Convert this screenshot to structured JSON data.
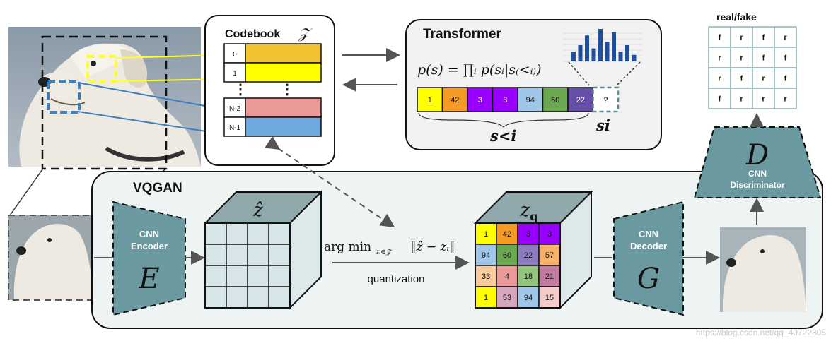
{
  "codebook": {
    "title": "Codebook",
    "symbol": "𝒵",
    "rows": [
      {
        "index": "0",
        "color": "#f2c231"
      },
      {
        "index": "1",
        "color": "#ffff00"
      },
      {
        "index": "N-2",
        "color": "#ea9999"
      },
      {
        "index": "N-1",
        "color": "#6fa8dc"
      }
    ]
  },
  "transformer": {
    "title": "Transformer",
    "formula": "p(s) = ∏ᵢ p(sᵢ|s₍<ᵢ₎)",
    "sequence": [
      {
        "value": "1",
        "color": "#ffff00"
      },
      {
        "value": "42",
        "color": "#f59a23"
      },
      {
        "value": "3",
        "color": "#9900ff"
      },
      {
        "value": "3",
        "color": "#9900ff"
      },
      {
        "value": "94",
        "color": "#9fc5e8"
      },
      {
        "value": "60",
        "color": "#6aa84f"
      },
      {
        "value": "22",
        "color": "#674ea7"
      },
      {
        "value": "?",
        "color": "#ffffff"
      }
    ],
    "prefix_label": "s<i",
    "next_label": "si",
    "histogram": [
      3,
      5,
      8,
      4,
      10,
      6,
      9,
      3,
      5,
      2
    ]
  },
  "discriminator_grid": {
    "title": "real/fake",
    "cells": [
      [
        "f",
        "r",
        "f",
        "r"
      ],
      [
        "r",
        "r",
        "f",
        "f"
      ],
      [
        "r",
        "f",
        "r",
        "f"
      ],
      [
        "f",
        "r",
        "r",
        "r"
      ]
    ]
  },
  "vqgan": {
    "title": "VQGAN",
    "encoder": {
      "line1": "CNN",
      "line2": "Encoder",
      "symbol": "E"
    },
    "decoder": {
      "line1": "CNN",
      "line2": "Decoder",
      "symbol": "G"
    },
    "discriminator": {
      "line1": "CNN",
      "line2": "Discriminator",
      "symbol": "D"
    },
    "z_hat_label": "ẑ",
    "zq_label": "z",
    "zq_subscript": "q",
    "argmin": "arg min",
    "argmin_sub": "zᵢ∈𝒵",
    "argmin_norm": "‖ẑ − zᵢ‖",
    "quantization_label": "quantization",
    "zq_grid": [
      [
        {
          "v": "1",
          "c": "#ffff00"
        },
        {
          "v": "42",
          "c": "#f59a23"
        },
        {
          "v": "3",
          "c": "#9900ff"
        },
        {
          "v": "3",
          "c": "#9900ff"
        }
      ],
      [
        {
          "v": "94",
          "c": "#9fc5e8"
        },
        {
          "v": "60",
          "c": "#6aa84f"
        },
        {
          "v": "22",
          "c": "#8e7cc3"
        },
        {
          "v": "57",
          "c": "#f6b26b"
        }
      ],
      [
        {
          "v": "33",
          "c": "#f9cb9c"
        },
        {
          "v": "4",
          "c": "#ea9999"
        },
        {
          "v": "18",
          "c": "#93c47d"
        },
        {
          "v": "21",
          "c": "#c27ba0"
        }
      ],
      [
        {
          "v": "1",
          "c": "#ffff00"
        },
        {
          "v": "53",
          "c": "#d5a6bd"
        },
        {
          "v": "94",
          "c": "#9fc5e8"
        },
        {
          "v": "15",
          "c": "#f4cccc"
        }
      ]
    ]
  },
  "watermark": "https://blog.csdn.net/qq_40722305",
  "colors": {
    "teal": "#6a99a0",
    "panel_bg": "#eef3f4",
    "box_bg": "#f2f2f2",
    "yellow_link": "#ffff66",
    "blue_link": "#3d7ebf"
  }
}
